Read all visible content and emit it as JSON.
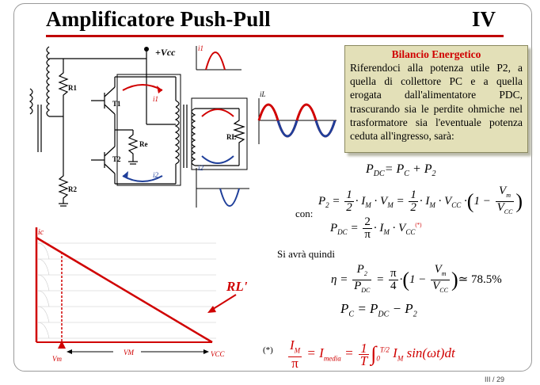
{
  "slide": {
    "title": "Amplificatore Push-Pull",
    "section": "IV",
    "page_number": "III / 29"
  },
  "box": {
    "heading": "Bilancio Energetico",
    "body": "Riferendoci alla potenza utile P2, a quella di collettore PC e a quella erogata dall'alimentatore PDC, trascurando sia le perdite ohmiche nel trasformatore sia l'eventuale potenza ceduta all'ingresso, sarà:"
  },
  "equations": {
    "pdc_left": "P",
    "pdc_sub": "DC",
    "pdc_right": "= P",
    "pdc_right_sub": "C",
    "pdc_plus": " + P",
    "pdc_plus_sub": "2",
    "con_label": "con:",
    "p2_left": "P",
    "p2_sub": "2",
    "si_avra": "Si avrà quindi",
    "eta_result": "≃ 78.5%",
    "pc_line": "P",
    "footnote_mark": "(*)"
  },
  "circuit": {
    "vcc_label": "+Vcc",
    "r1": "R1",
    "r2": "R2",
    "re": "Re",
    "t1": "T1",
    "t2": "T2",
    "rl": "RL",
    "i1": "i1",
    "i2": "i2",
    "il": "iL"
  },
  "loadline": {
    "ic_axis": "ic",
    "rl_label": "RL'",
    "vm_label": "Vm",
    "vm_arrow_label": "VM",
    "vcc_label": "VCC"
  },
  "colors": {
    "accent_red": "#d00000",
    "wave_blue": "#1f3f9a",
    "box_bg": "#e3e0b8"
  }
}
